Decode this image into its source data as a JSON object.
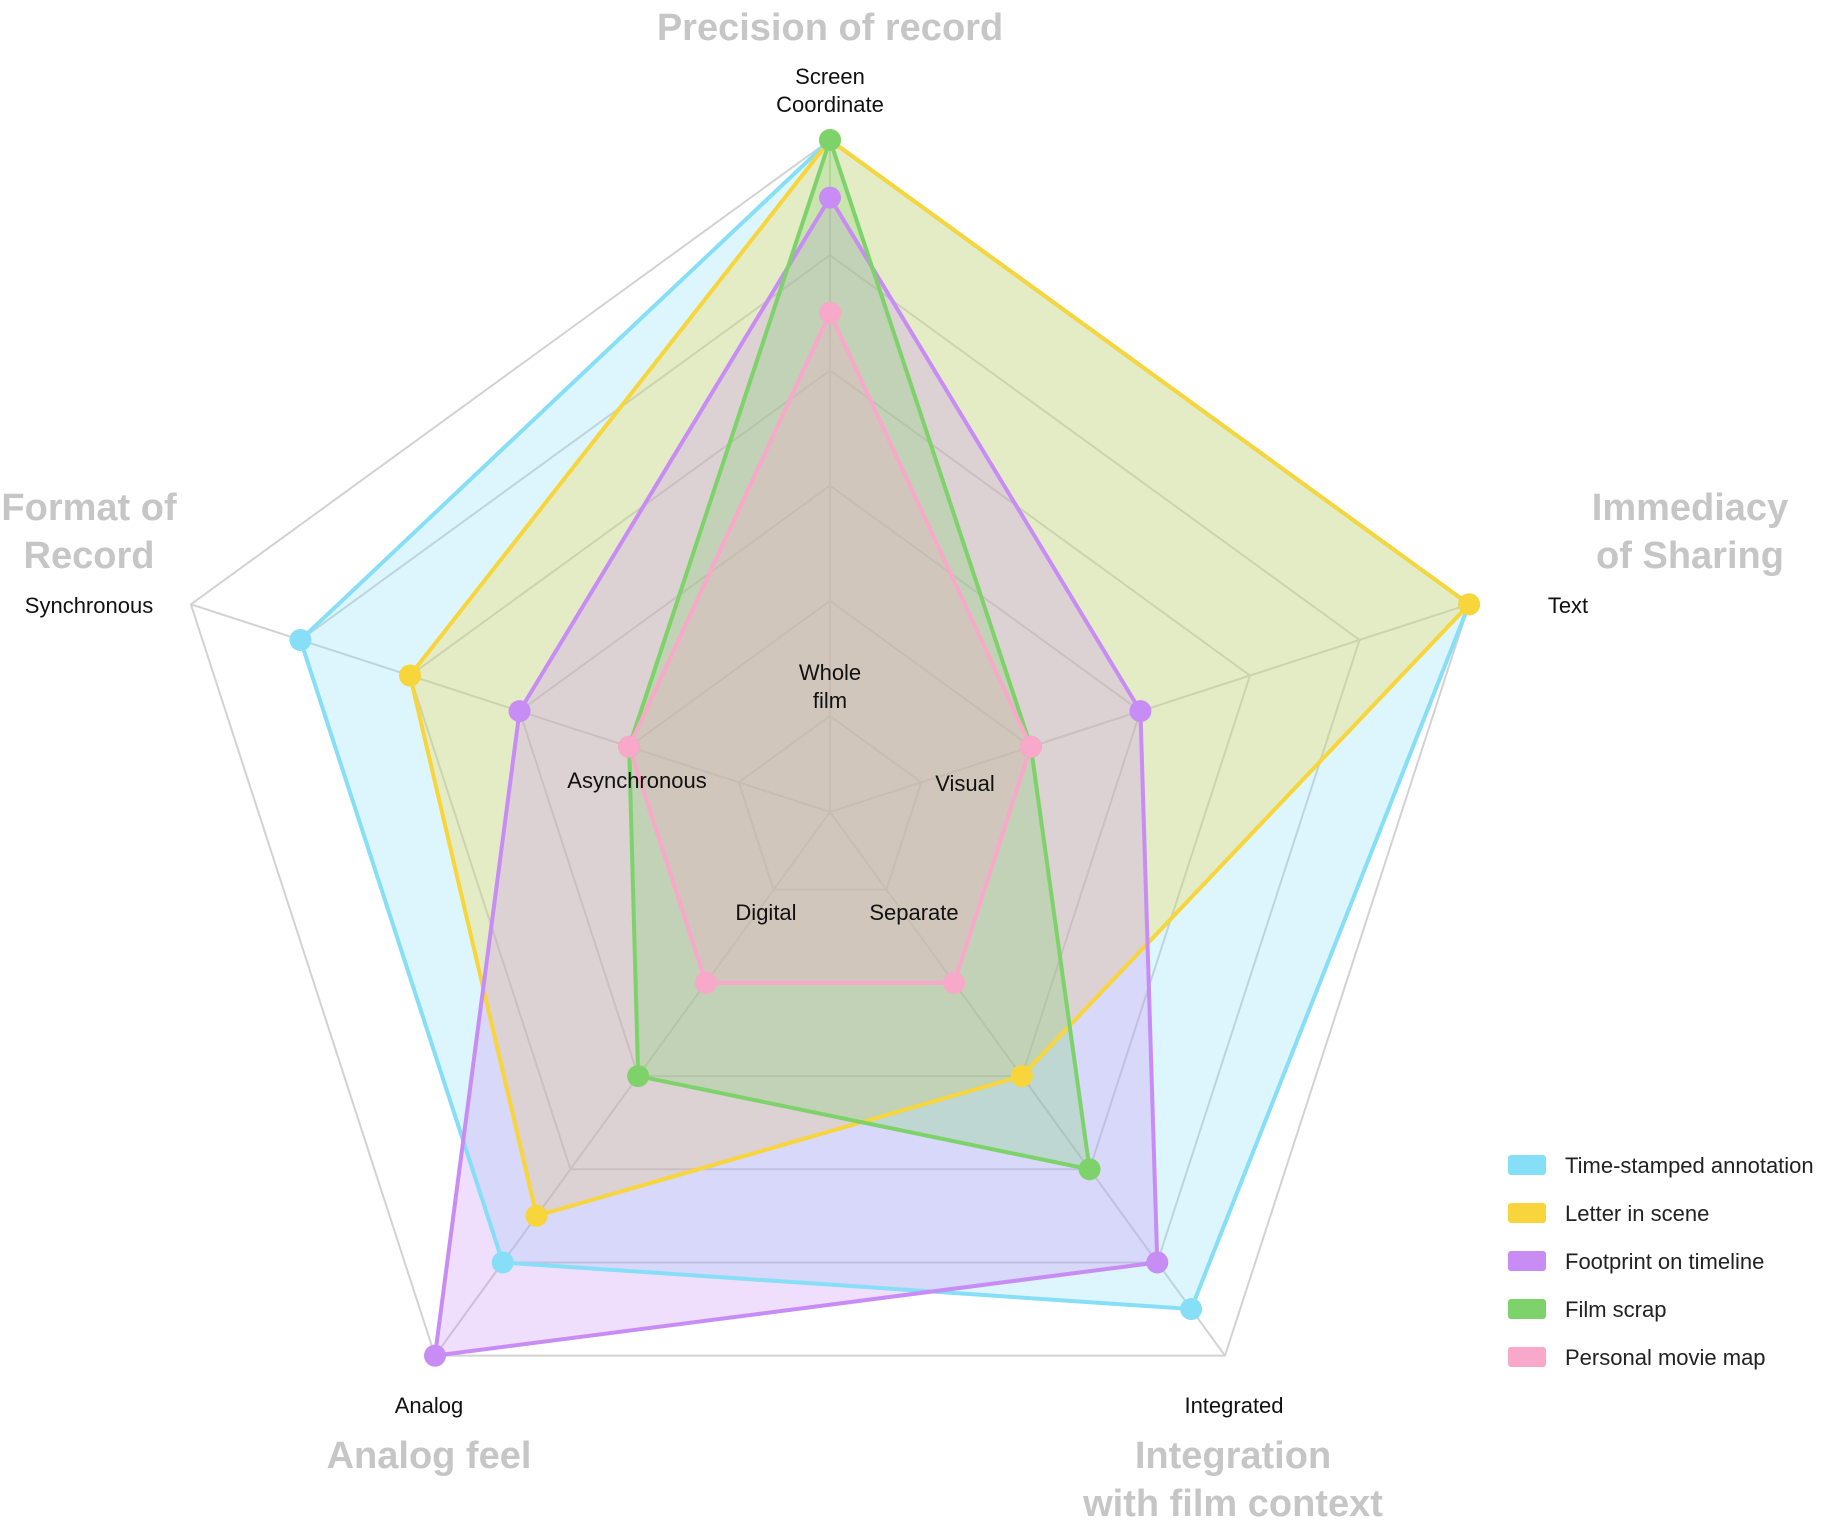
{
  "chart_data": {
    "type": "radar",
    "grid": true,
    "legend_position": "bottom-right",
    "axes": [
      {
        "title": [
          "Precision of record"
        ],
        "outer_label": [
          "Screen",
          "Coordinate"
        ],
        "inner_label": [
          "Whole",
          "film"
        ]
      },
      {
        "title": [
          "Immediacy",
          "of Sharing"
        ],
        "outer_label": [
          "Text"
        ],
        "inner_label": [
          "Visual"
        ]
      },
      {
        "title": [
          "Integration",
          "with film context"
        ],
        "outer_label": [
          "Integrated"
        ],
        "inner_label": [
          "Separate"
        ]
      },
      {
        "title": [
          "Analog feel"
        ],
        "outer_label": [
          "Analog"
        ],
        "inner_label": [
          "Digital"
        ]
      },
      {
        "title": [
          "Format of",
          "Record"
        ],
        "outer_label": [
          "Synchronous"
        ],
        "inner_label": [
          "Asynchronous"
        ]
      }
    ],
    "levels": 5,
    "range": [
      0,
      5
    ],
    "series": [
      {
        "name": "Time-stamped annotation",
        "color": "#86def7",
        "values": [
          5,
          5,
          4.5,
          4,
          4
        ]
      },
      {
        "name": "Letter in scene",
        "color": "#f7d53b",
        "values": [
          5,
          5,
          2,
          3.5,
          3
        ]
      },
      {
        "name": "Footprint on timeline",
        "color": "#c88cf5",
        "values": [
          4.5,
          2,
          4,
          5,
          2
        ]
      },
      {
        "name": "Film scrap",
        "color": "#7dd36a",
        "values": [
          5,
          1,
          3,
          2,
          1
        ]
      },
      {
        "name": "Personal movie map",
        "color": "#f8a8c9",
        "values": [
          3.5,
          1,
          1,
          1,
          1
        ]
      }
    ]
  }
}
